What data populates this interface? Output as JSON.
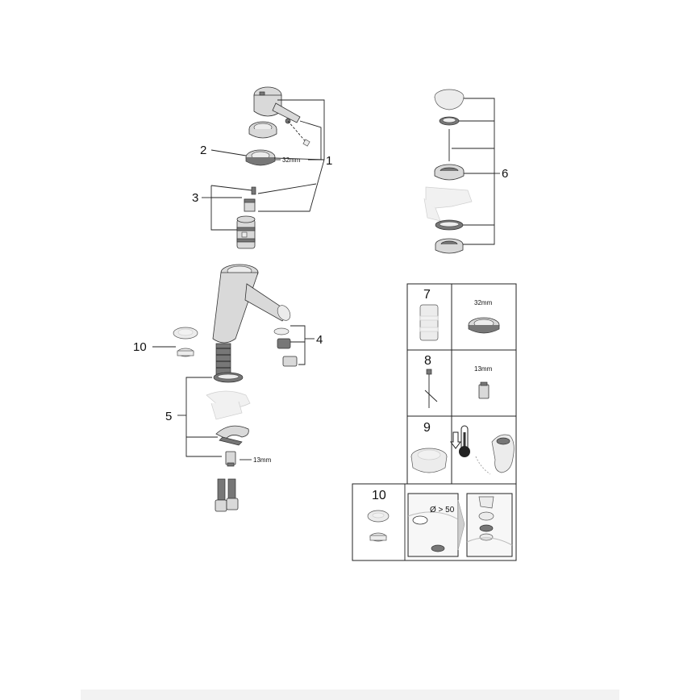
{
  "callouts": {
    "c1": "1",
    "c2": "2",
    "c3": "3",
    "c4": "4",
    "c5": "5",
    "c6": "6",
    "c10": "10"
  },
  "dimensions": {
    "ring_32": "32mm",
    "connector_13": "13mm"
  },
  "table": {
    "r7_label": "7",
    "r7_size": "32mm",
    "r8_label": "8",
    "r8_size": "13mm",
    "r9_label": "9",
    "r10_label": "10",
    "r10_diameter": "Ø > 50"
  }
}
